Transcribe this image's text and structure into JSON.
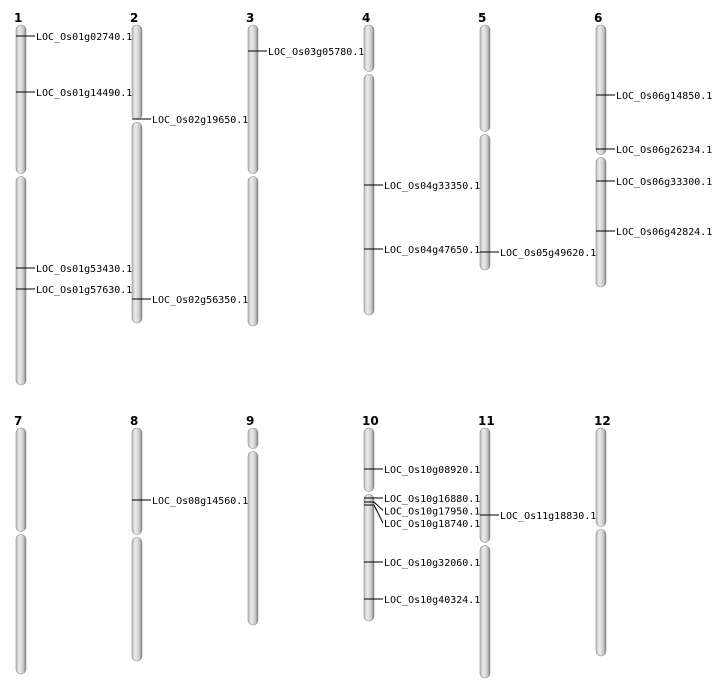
{
  "diagram": {
    "chromosomes": [
      {
        "number": "1",
        "length": 360,
        "centromere": 150,
        "genes": [
          {
            "name": "LOC_Os01g02740.1",
            "pos": 11
          },
          {
            "name": "LOC_Os01g14490.1",
            "pos": 67
          },
          {
            "name": "LOC_Os01g53430.1",
            "pos": 243
          },
          {
            "name": "LOC_Os01g57630.1",
            "pos": 264
          }
        ]
      },
      {
        "number": "2",
        "length": 298,
        "centromere": 96,
        "genes": [
          {
            "name": "LOC_Os02g19650.1",
            "pos": 94
          },
          {
            "name": "LOC_Os02g56350.1",
            "pos": 274
          }
        ]
      },
      {
        "number": "3",
        "length": 301,
        "centromere": 150,
        "genes": [
          {
            "name": "LOC_Os03g05780.1",
            "pos": 26
          }
        ]
      },
      {
        "number": "4",
        "length": 290,
        "centromere": 48,
        "genes": [
          {
            "name": "LOC_Os04g33350.1",
            "pos": 160
          },
          {
            "name": "LOC_Os04g47650.1",
            "pos": 224
          }
        ]
      },
      {
        "number": "5",
        "length": 245,
        "centromere": 108,
        "genes": [
          {
            "name": "LOC_Os05g49620.1",
            "pos": 227
          }
        ]
      },
      {
        "number": "6",
        "length": 262,
        "centromere": 131,
        "genes": [
          {
            "name": "LOC_Os06g14850.1",
            "pos": 70
          },
          {
            "name": "LOC_Os06g26234.1",
            "pos": 124
          },
          {
            "name": "LOC_Os06g33300.1",
            "pos": 156
          },
          {
            "name": "LOC_Os06g42824.1",
            "pos": 206
          }
        ]
      },
      {
        "number": "7",
        "length": 246,
        "centromere": 105,
        "genes": []
      },
      {
        "number": "8",
        "length": 233,
        "centromere": 108,
        "genes": [
          {
            "name": "LOC_Os08g14560.1",
            "pos": 72
          }
        ]
      },
      {
        "number": "9",
        "length": 197,
        "centromere": 22,
        "genes": []
      },
      {
        "number": "10",
        "length": 193,
        "centromere": 65,
        "genes": [
          {
            "name": "LOC_Os10g08920.1",
            "pos": 41
          },
          {
            "name": "LOC_Os10g16880.1",
            "pos": 70
          },
          {
            "name": "LOC_Os10g17950.1",
            "pos": 74
          },
          {
            "name": "LOC_Os10g18740.1",
            "pos": 77
          },
          {
            "name": "LOC_Os10g32060.1",
            "pos": 134
          },
          {
            "name": "LOC_Os10g40324.1",
            "pos": 171
          }
        ]
      },
      {
        "number": "11",
        "length": 250,
        "centromere": 116,
        "genes": [
          {
            "name": "LOC_Os11g18830.1",
            "pos": 87
          }
        ]
      },
      {
        "number": "12",
        "length": 228,
        "centromere": 100,
        "genes": []
      }
    ]
  }
}
